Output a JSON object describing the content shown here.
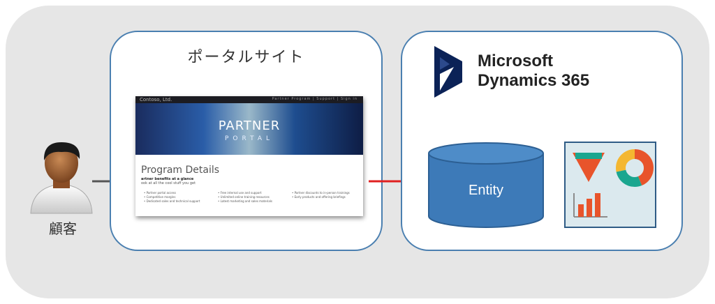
{
  "customer": {
    "label": "顧客",
    "icon": "person-icon"
  },
  "portal": {
    "title": "ポータルサイト",
    "screenshot": {
      "brand": "Contoso, Ltd.",
      "nav": [
        "Partner Program",
        "Support",
        "Sign in"
      ],
      "hero_title": "PARTNER",
      "hero_subtitle": "PORTAL",
      "heading": "Program Details",
      "subheading": "artner benefits at a glance",
      "tagline": "ook at all the cool stuff you get",
      "benefits_col1": [
        "Partner portal access",
        "Competitive margins",
        "Dedicated sales and technical support"
      ],
      "benefits_col2": [
        "Free internal use and support",
        "Unlimited online training resources",
        "Latest marketing and sales materials"
      ],
      "benefits_col3": [
        "Partner discounts to in-person trainings",
        "Early products and offering briefings"
      ]
    }
  },
  "d365": {
    "logo_line1": "Microsoft",
    "logo_line2": "Dynamics 365",
    "entity_label": "Entity",
    "analytics_icon": "analytics-icon"
  },
  "colors": {
    "panel_border": "#4a7fb0",
    "arrow_gray": "#555555",
    "arrow_red": "#e02020",
    "db_fill": "#3d7ab8",
    "logo_navy": "#0b2257"
  }
}
